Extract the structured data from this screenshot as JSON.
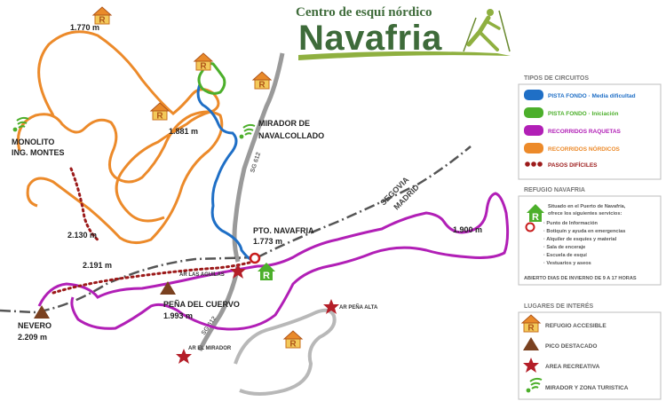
{
  "brand": {
    "subtitle": "Centro de esquí nórdico",
    "name": "Navafria",
    "colors": {
      "text": "#3e6b3a",
      "accent": "#8fb040"
    }
  },
  "colors": {
    "blue": "#1f6fc6",
    "green": "#4caf2b",
    "purple": "#b11fb6",
    "orange": "#ec8a2a",
    "dotted": "#9c1a1a",
    "road": "#9a9a9a",
    "highway": "#555555",
    "star": "#b41e28",
    "peak": "#7a4120"
  },
  "places": {
    "peak_1770": "1.770 m",
    "monolito_line1": "MONOLITO",
    "monolito_line2": "ING. MONTES",
    "alt_1881": "1.881 m",
    "mirador_line1": "MIRADOR DE",
    "mirador_line2": "NAVALCOLLADO",
    "alt_2130": "2.130 m",
    "alt_2191": "2.191 m",
    "pto_line1": "PTO. NAVAFRIA",
    "pto_line2": "1.773 m",
    "alt_1900": "1.900 m",
    "nevero_line1": "NEVERO",
    "nevero_line2": "2.209 m",
    "ar_aguilas": "AR LAS AGUILAS",
    "penha_line1": "PEÑA DEL CUERVO",
    "penha_line2": "1.993 m",
    "ar_penha_alta": "AR PEÑA ALTA",
    "ar_mirador": "AR EL MIRADOR",
    "sg612_north": "SG 612",
    "sg612_south": "SG 612",
    "segovia": "SEGOVIA",
    "madrid": "MADRID"
  },
  "legend_tipos": {
    "title": "TIPOS DE CIRCUITOS",
    "items": [
      {
        "label": "PISTA FONDO · Media dificultad",
        "color": "#1f6fc6",
        "kind": "swatch"
      },
      {
        "label": "PISTA FONDO · Iniciación",
        "color": "#4caf2b",
        "kind": "swatch"
      },
      {
        "label": "RECORRIDOS RAQUETAS",
        "color": "#b11fb6",
        "kind": "swatch"
      },
      {
        "label": "RECORRIDOS NÓRDICOS",
        "color": "#ec8a2a",
        "kind": "swatch"
      },
      {
        "label": "PASOS DIFÍCILES",
        "color": "#9c1a1a",
        "kind": "dots"
      }
    ]
  },
  "refugio": {
    "title": "REFUGIO NAVAFRIA",
    "intro_1": "Situado en el Puerto de Navafría,",
    "intro_2": "ofrece los siguientes servicios:",
    "services": [
      "· Punto de Información",
      "· Botiquín y ayuda en emergencias",
      "· Alquiler de esquíes y material",
      "· Sala de enceraje",
      "· Escuela de esquí",
      "· Vestuarios y aseos"
    ],
    "hours": "ABIERTO DIAS DE INVIERNO DE 9 A 17 HORAS"
  },
  "lugares": {
    "title": "LUGARES DE INTERÉS",
    "items": [
      {
        "label": "REFUGIO ACCESIBLE",
        "icon": "refuge-icon"
      },
      {
        "label": "PICO DESTACADO",
        "icon": "peak-icon"
      },
      {
        "label": "AREA RECREATIVA",
        "icon": "star-icon"
      },
      {
        "label": "MIRADOR Y ZONA TURISTICA",
        "icon": "viewpoint-icon"
      }
    ]
  },
  "icons": {
    "refuge_letter": "R"
  }
}
